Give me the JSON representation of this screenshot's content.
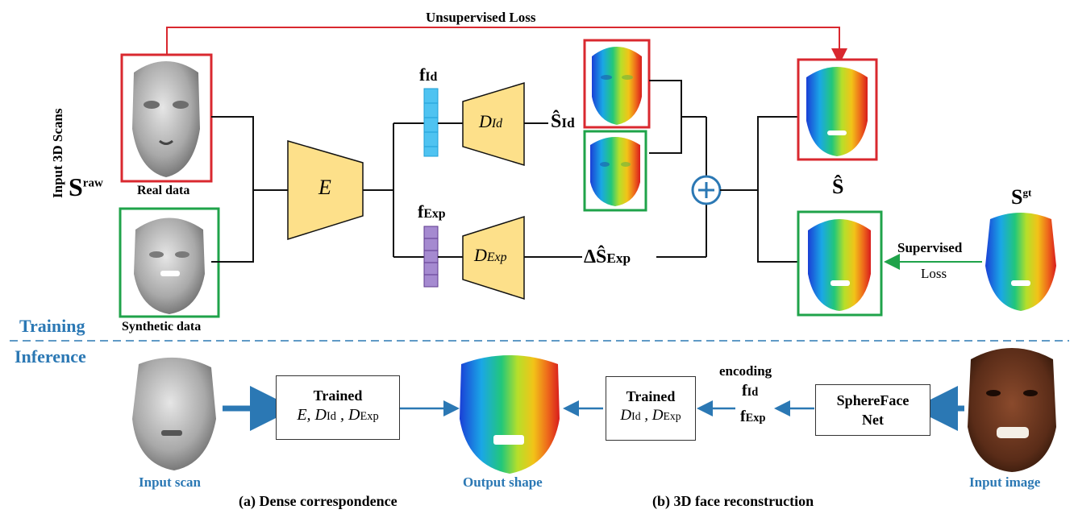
{
  "labels": {
    "unsupervised_loss": "Unsupervised Loss",
    "input_3d_scans": "Input 3D Scans",
    "s_raw_main": "S",
    "s_raw_sup": "raw",
    "real_data": "Real data",
    "synthetic_data": "Synthetic data",
    "encoder": "E",
    "f_id_main": "f",
    "f_id_sub": "Id",
    "f_exp_main": "f",
    "f_exp_sub": "Exp",
    "d_id_main": "D",
    "d_id_sub": "Id",
    "d_exp_main": "D",
    "d_exp_sub": "Exp",
    "s_id_hat_main": "Ŝ",
    "s_id_hat_sub": "Id",
    "delta_s_exp_main": "ΔŜ",
    "delta_s_exp_sub": "Exp",
    "s_hat": "Ŝ",
    "s_gt_main": "S",
    "s_gt_sup": "gt",
    "supervised": "Supervised",
    "loss": "Loss",
    "training": "Training",
    "inference": "Inference",
    "input_scan": "Input scan",
    "output_shape": "Output shape",
    "input_image": "Input image",
    "caption_a": "(a) Dense correspondence",
    "caption_b": "(b) 3D face reconstruction",
    "trained_1_title": "Trained",
    "trained_1_line": "E, D",
    "trained_1_id": "Id",
    "trained_1_sep": " , D",
    "trained_1_exp": "Exp",
    "trained_2_title": "Trained",
    "trained_2_line": "D",
    "trained_2_id": "Id",
    "trained_2_sep": " , D",
    "trained_2_exp": "Exp",
    "encoding": "encoding",
    "enc_fid_main": "f",
    "enc_fid_sub": "Id",
    "enc_fexp_main": "f",
    "enc_fexp_sub": "Exp",
    "sphereface_1": "SphereFace",
    "sphereface_2": "Net"
  },
  "colors": {
    "red": "#d9282f",
    "green": "#1fa34a",
    "blue_text": "#2b78b4",
    "yellow_block": "#fde08a",
    "cyan_vector": "#4fc3f1",
    "purple_vector": "#7b4fa8"
  }
}
